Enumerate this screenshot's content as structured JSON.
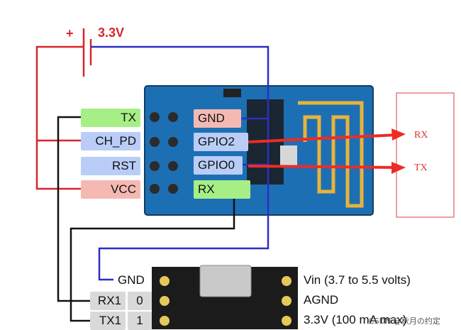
{
  "supply": {
    "plus": "+",
    "voltage": "3.3V"
  },
  "esp_pins_left": [
    {
      "label": "TX",
      "color": "green"
    },
    {
      "label": "CH_PD",
      "color": "blue"
    },
    {
      "label": "RST",
      "color": "blue"
    },
    {
      "label": "VCC",
      "color": "red"
    }
  ],
  "esp_pins_right": [
    {
      "label": "GND",
      "color": "red"
    },
    {
      "label": "GPIO2",
      "color": "blue"
    },
    {
      "label": "GPIO0",
      "color": "blue"
    },
    {
      "label": "RX",
      "color": "green"
    }
  ],
  "target": {
    "rx": "RX",
    "tx": "TX"
  },
  "adapter_left": {
    "gnd": "GND",
    "rx1": "RX1",
    "rx1_num": "0",
    "tx1": "TX1",
    "tx1_num": "1"
  },
  "adapter_right": {
    "vin": "Vin  (3.7 to 5.5 volts)",
    "agnd": "AGND",
    "v33": "3.3V (100 mA max)"
  },
  "watermark": "CSDN @秋月の约定",
  "colors": {
    "wire_red": "#d8262c",
    "wire_blue": "#2b2fc4",
    "wire_black": "#111111",
    "arrow_red": "#ee2b25",
    "board": "#1d6fb4"
  }
}
